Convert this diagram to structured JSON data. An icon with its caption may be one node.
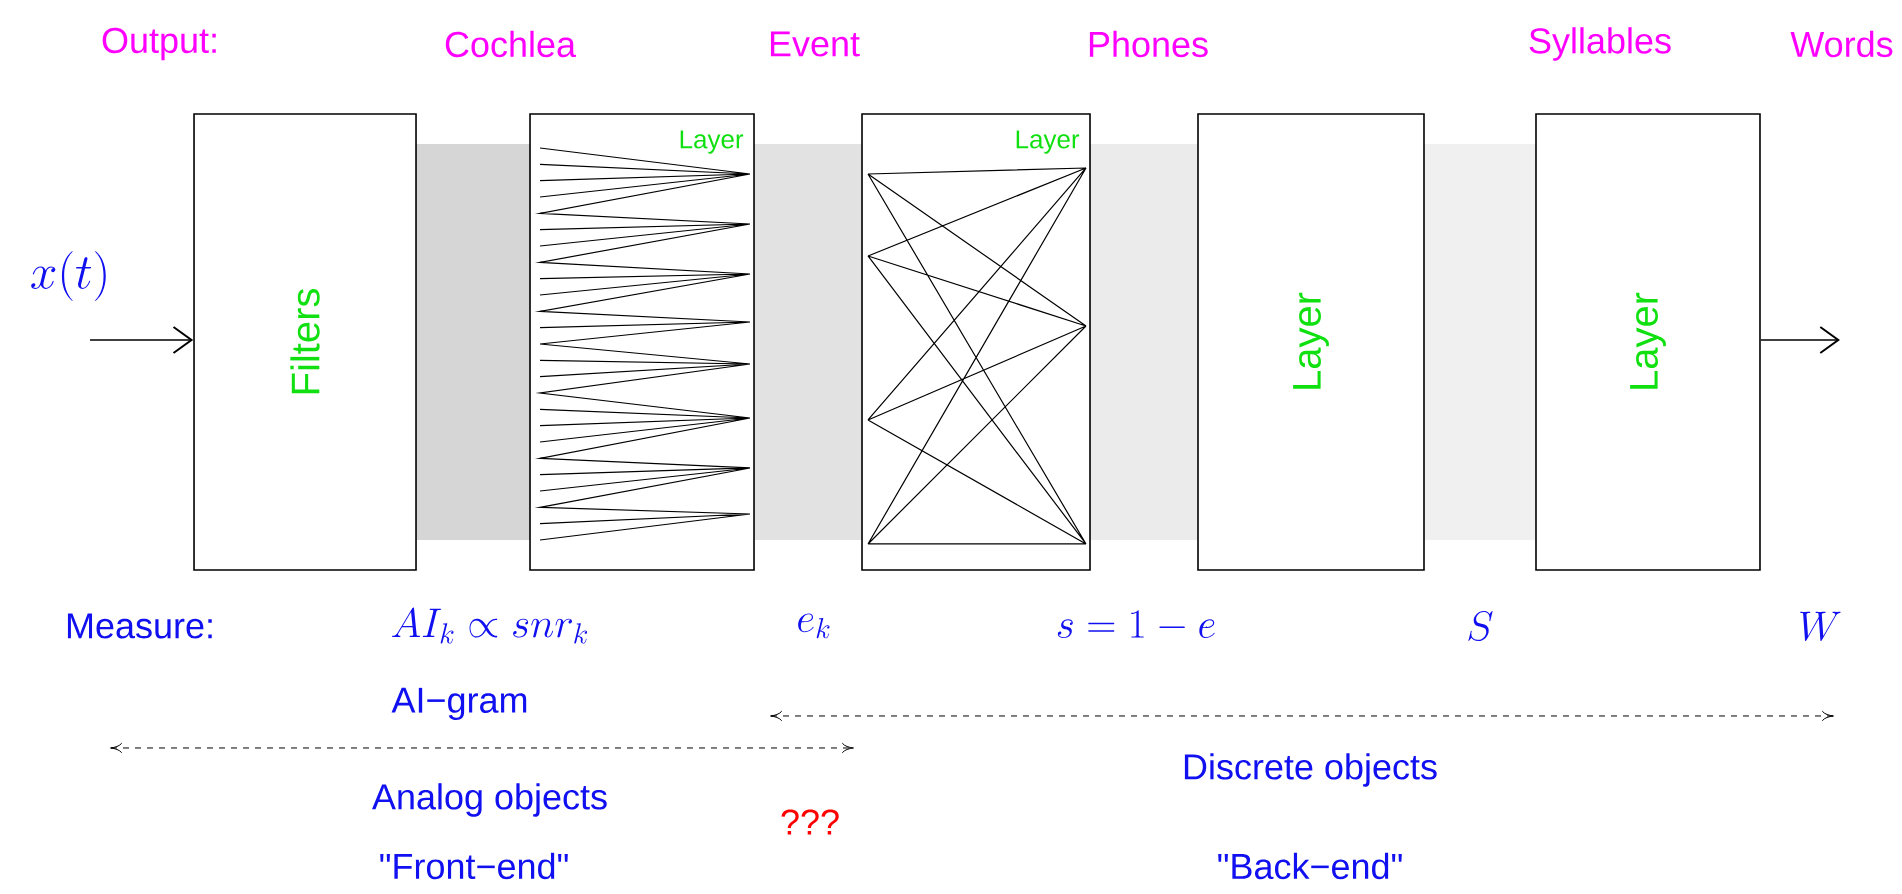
{
  "diagram": {
    "nodes": [
      {
        "text": [
          "Filters"
        ]
      },
      {
        "text": [
          "Layer"
        ]
      },
      {
        "text": [
          "Layer"
        ]
      },
      {
        "text": [
          "Layer"
        ]
      },
      {
        "text": [
          "Layer"
        ]
      },
      {
        "text": [],
        "shape": "box"
      },
      {
        "text": [],
        "shape": "box"
      },
      {
        "text": [],
        "shape": "box"
      },
      {
        "text": [],
        "shape": "box"
      }
    ],
    "edges": [
      {
        "from": null,
        "to": 0,
        "arrow": "to"
      },
      {
        "from": 4,
        "to": null,
        "arrow": "to"
      }
    ],
    "labels": [
      "Output:",
      "Cochlea",
      "Event",
      "Phones",
      "Syllables",
      "Words",
      "x(t)",
      "Measure:",
      "AI_k \\propto snr_k",
      "e_k",
      "s = 1 - e",
      "S",
      "W",
      "AI−gram",
      "Analog objects",
      "\"Front−end\"",
      "???",
      "Discrete objects",
      "\"Back−end\""
    ]
  }
}
